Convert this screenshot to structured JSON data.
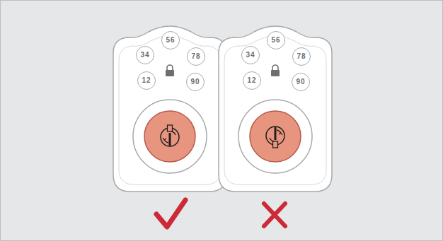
{
  "diagram": {
    "nodes": [
      {
        "text": [
          "56"
        ]
      },
      {
        "text": [
          "34"
        ]
      },
      {
        "text": [
          "78"
        ]
      },
      {
        "text": [
          "12"
        ]
      },
      {
        "text": [
          "90"
        ]
      },
      {
        "text": [
          "56"
        ]
      },
      {
        "text": [
          "34"
        ]
      },
      {
        "text": [
          "78"
        ]
      },
      {
        "text": [
          "12"
        ]
      },
      {
        "text": [
          "90"
        ]
      }
    ]
  }
}
